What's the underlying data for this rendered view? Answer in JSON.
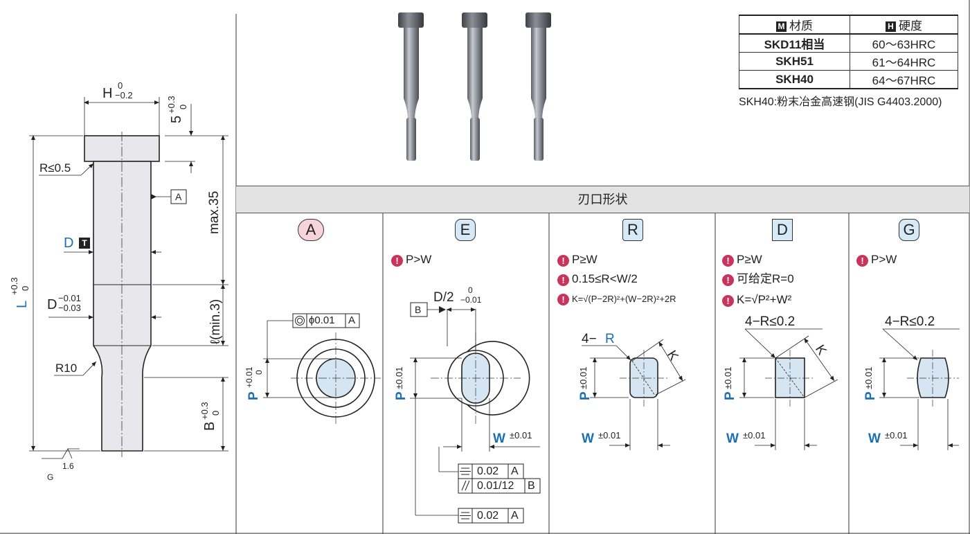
{
  "materials_table": {
    "header_material": "材质",
    "header_hardness": "硬度",
    "header_material_icon": "M",
    "header_hardness_icon": "H",
    "rows": [
      {
        "material": "SKD11相当",
        "hardness": "60〜63HRC"
      },
      {
        "material": "SKH51",
        "hardness": "61〜64HRC"
      },
      {
        "material": "SKH40",
        "hardness": "64〜67HRC"
      }
    ],
    "footnote": "SKH40:粉末冶金高速钢(JIS G4403.2000)"
  },
  "tip_section_title": "刃口形状",
  "side_view": {
    "h_label": "H",
    "h_tol_upper": "0",
    "h_tol_lower": "−0.2",
    "head_thk": "5",
    "head_thk_tol_upper": "+0.3",
    "head_thk_tol_lower": "0",
    "r_head": "R≤0.5",
    "ref_a": "A",
    "d_label": "D",
    "d_icon": "T",
    "d_tol_label": "D",
    "d_tol_upper": "−0.01",
    "d_tol_lower": "−0.03",
    "r10": "R10",
    "l_label": "L",
    "l_tol_upper": "+0.3",
    "l_tol_lower": "0",
    "max35": "max.35",
    "l_min": "ℓ(min.3)",
    "b_label": "B",
    "b_tol_upper": "+0.3",
    "b_tol_lower": "0",
    "roughness_value": "1.6",
    "roughness_g": "G"
  },
  "shapes": [
    {
      "code": "A",
      "color": "#f7d3dc",
      "notes": []
    },
    {
      "code": "E",
      "color": "#d6e9f6",
      "notes": [
        "P>W"
      ]
    },
    {
      "code": "R",
      "color": "#d6e9f6",
      "notes": [
        "P≥W",
        "0.15≤R<W/2",
        "K=√(P−2R)²+(W−2R)²+2R"
      ]
    },
    {
      "code": "D",
      "color": "#d6e9f6",
      "notes": [
        "P≥W",
        "可给定R=0",
        "K=√P²+W²"
      ]
    },
    {
      "code": "G",
      "color": "#d6e9f6",
      "notes": [
        "P>W"
      ]
    }
  ],
  "shape_a": {
    "p_label": "P",
    "p_tol_upper": "+0.01",
    "p_tol_lower": "0",
    "concentricity": "ϕ0.01",
    "datum": "A"
  },
  "shape_e": {
    "p_label": "P",
    "p_tol": "±0.01",
    "w_label": "W",
    "w_tol": "±0.01",
    "d2_label": "D/2",
    "d2_tol_upper": "0",
    "d2_tol_lower": "−0.01",
    "datum_b": "B",
    "sym1": "0.02",
    "sym1_datum": "A",
    "par": "0.01/12",
    "par_datum": "B",
    "sym2": "0.02",
    "sym2_datum": "A"
  },
  "shape_r": {
    "r_label": "4−",
    "r_letter": "R",
    "k_label": "K",
    "p_label": "P",
    "p_tol": "±0.01",
    "w_label": "W",
    "w_tol": "±0.01"
  },
  "shape_d": {
    "r_label": "4−R≤0.2",
    "k_label": "K",
    "p_label": "P",
    "p_tol": "±0.01",
    "w_label": "W",
    "w_tol": "±0.01"
  },
  "shape_g": {
    "r_label": "4−R≤0.2",
    "p_label": "P",
    "p_tol": "±0.01",
    "w_label": "W",
    "w_tol": "±0.01"
  },
  "colors": {
    "blue": "#1a6fb5",
    "fill": "#d6e5f2",
    "pin_body": "#e8e8ec",
    "header": "#e3e3e3",
    "note_icon": "#c8345b"
  }
}
